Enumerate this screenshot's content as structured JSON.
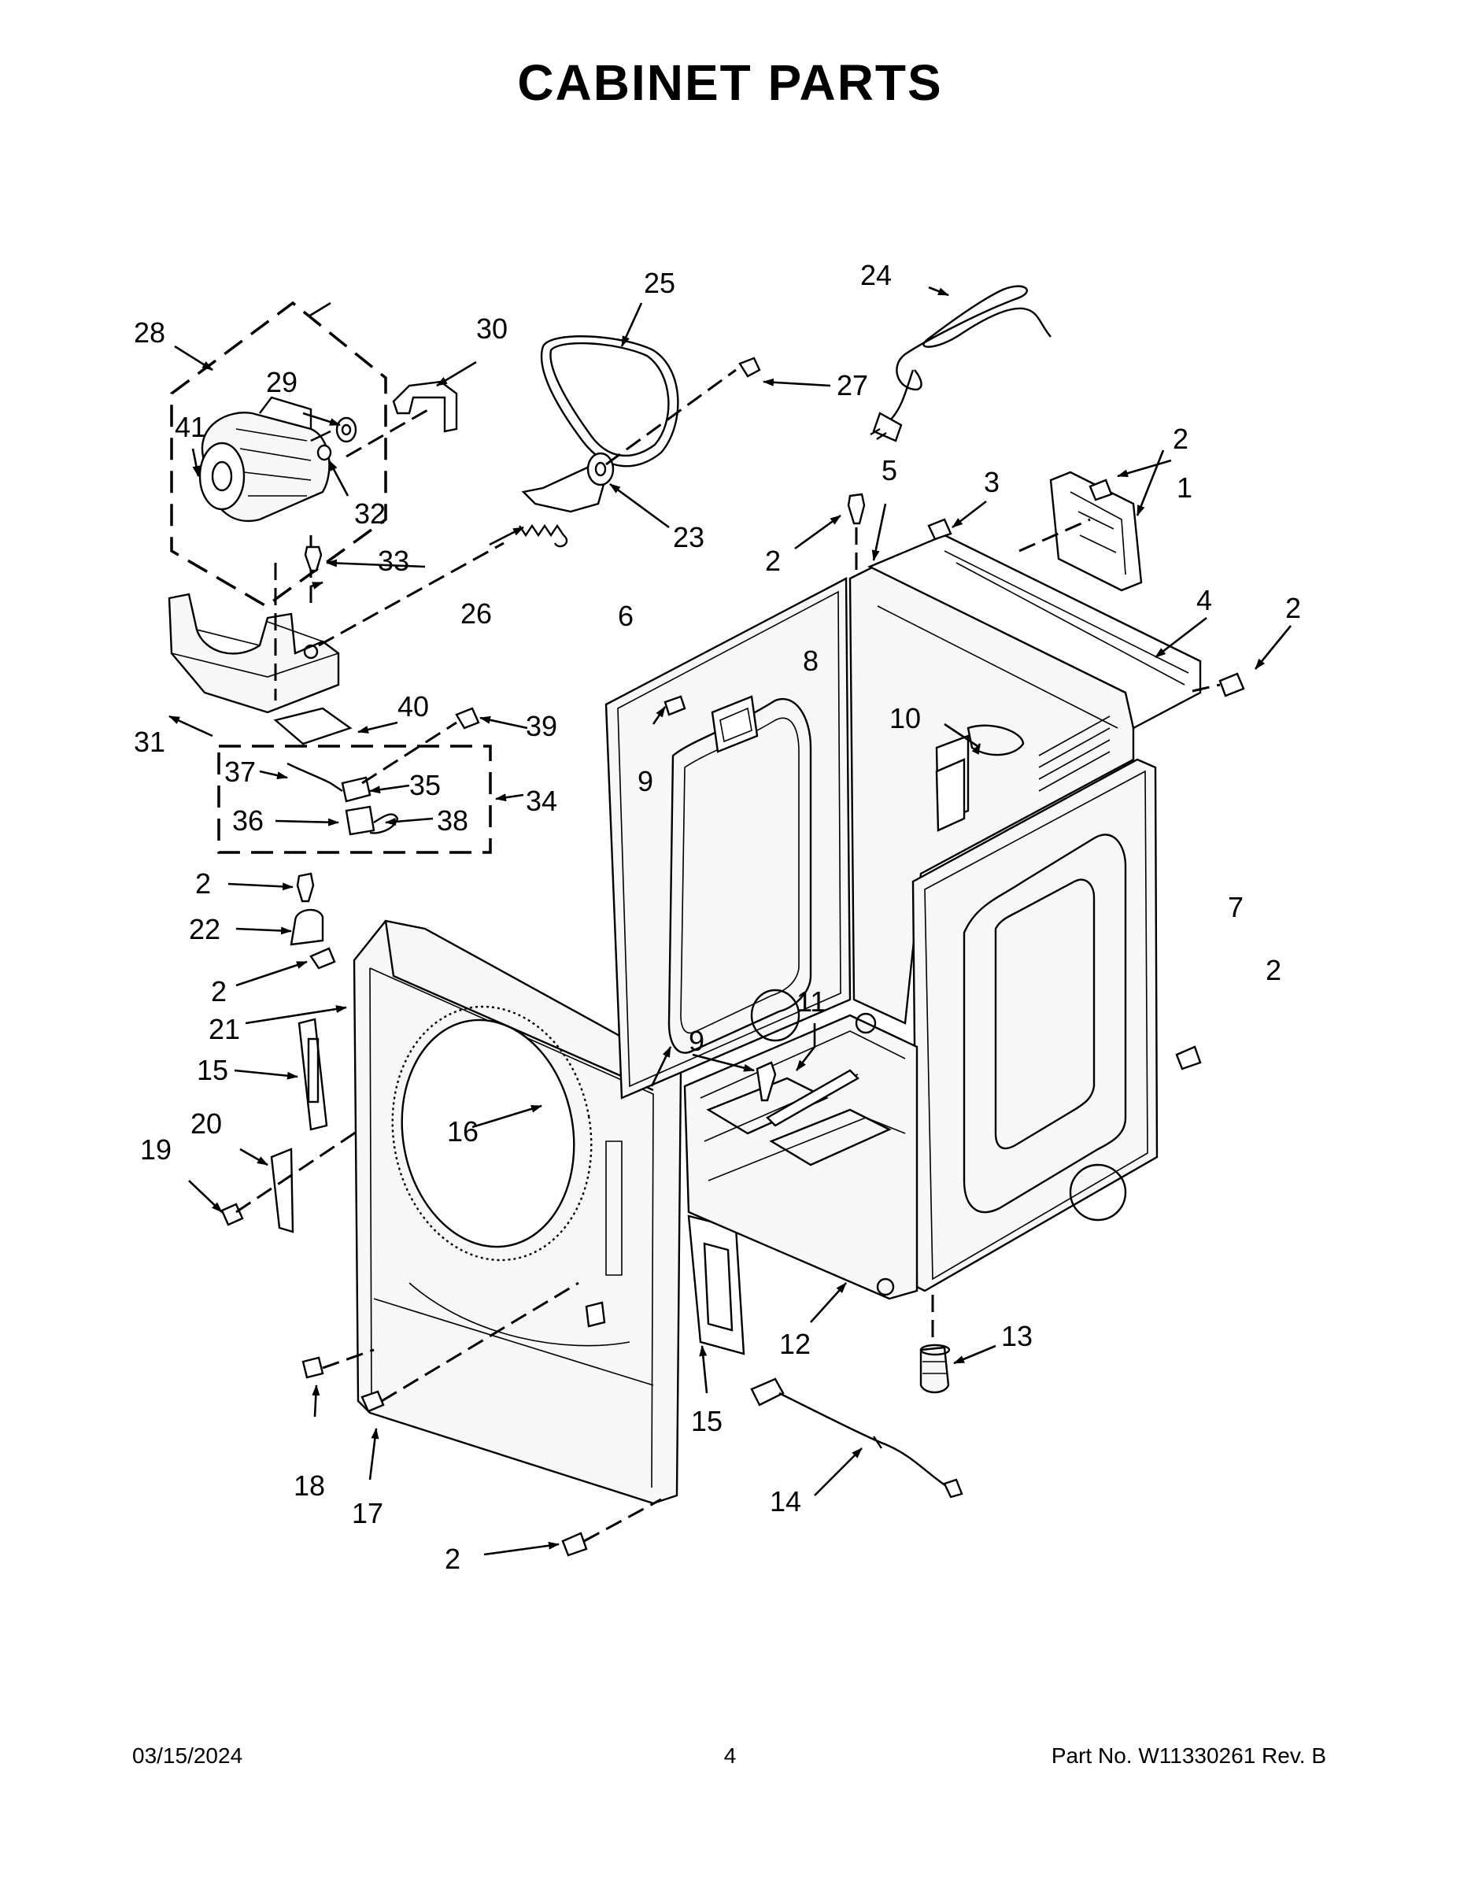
{
  "title": "CABINET PARTS",
  "footer": {
    "date": "03/15/2024",
    "page": "4",
    "part_no": "Part No.  W11330261  Rev.  B"
  },
  "callouts": {
    "c1": "1",
    "c2a": "2",
    "c2b": "2",
    "c2c": "2",
    "c2d": "2",
    "c2e": "2",
    "c2f": "2",
    "c2g": "2",
    "c3": "3",
    "c4": "4",
    "c5": "5",
    "c6": "6",
    "c7": "7",
    "c8": "8",
    "c9a": "9",
    "c9b": "9",
    "c10": "10",
    "c11": "11",
    "c12": "12",
    "c13": "13",
    "c14": "14",
    "c15a": "15",
    "c15b": "15",
    "c16": "16",
    "c17": "17",
    "c18": "18",
    "c19": "19",
    "c20": "20",
    "c21": "21",
    "c22": "22",
    "c23": "23",
    "c24": "24",
    "c25": "25",
    "c26": "26",
    "c27": "27",
    "c28": "28",
    "c29": "29",
    "c30": "30",
    "c31": "31",
    "c32": "32",
    "c33": "33",
    "c34": "34",
    "c35": "35",
    "c36": "36",
    "c37": "37",
    "c38": "38",
    "c39": "39",
    "c40": "40",
    "c41": "41"
  }
}
